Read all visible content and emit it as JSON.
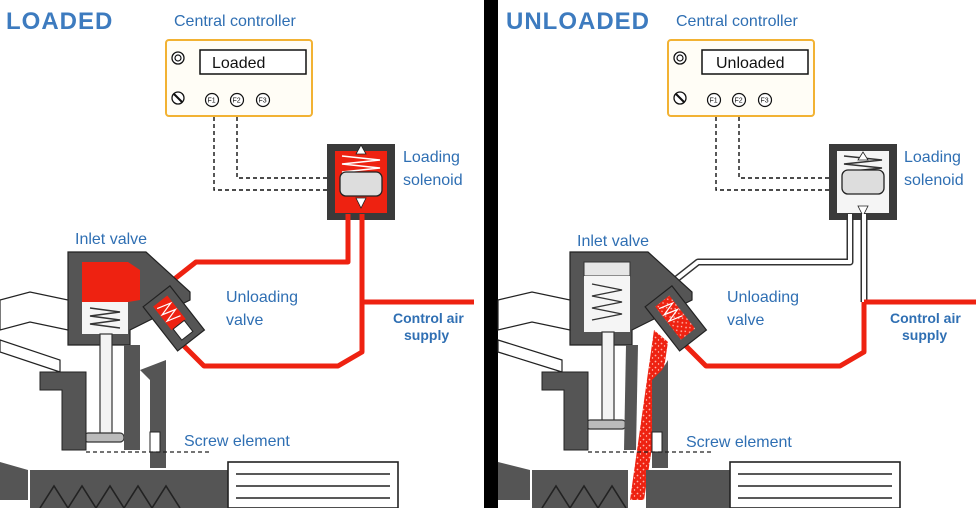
{
  "colors": {
    "label_blue": "#2f6fb3",
    "title_blue": "#3d7bbf",
    "air_red": "#ee2211",
    "body_gray": "#555555",
    "controller_border": "#f2b233",
    "divider": "#000000"
  },
  "loaded": {
    "title": "LOADED",
    "controller_label": "Central controller",
    "display": "Loaded",
    "keys": [
      "F1",
      "F2",
      "F3"
    ],
    "solenoid_label": [
      "Loading",
      "solenoid"
    ],
    "inlet_label": "Inlet valve",
    "unloading_label": [
      "Unloading",
      "valve"
    ],
    "control_air_label": [
      "Control air",
      "supply"
    ],
    "screw_label": "Screw element"
  },
  "unloaded": {
    "title": "UNLOADED",
    "controller_label": "Central controller",
    "display": "Unloaded",
    "keys": [
      "F1",
      "F2",
      "F3"
    ],
    "solenoid_label": [
      "Loading",
      "solenoid"
    ],
    "inlet_label": "Inlet valve",
    "unloading_label": [
      "Unloading",
      "valve"
    ],
    "control_air_label": [
      "Control air",
      "supply"
    ],
    "screw_label": "Screw element"
  }
}
